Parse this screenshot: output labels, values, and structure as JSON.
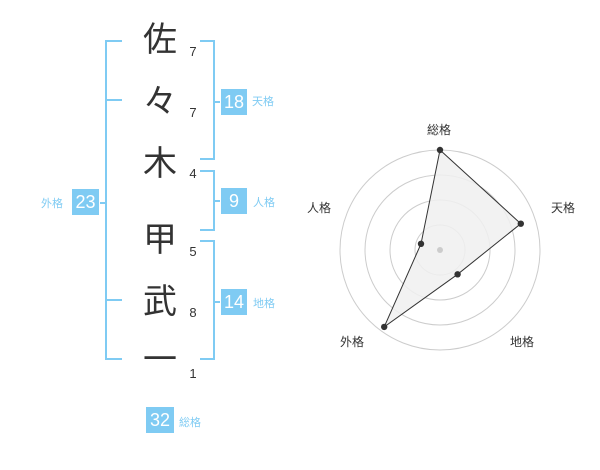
{
  "name_chars": [
    {
      "char": "佐",
      "strokes": "7"
    },
    {
      "char": "々",
      "strokes": "7"
    },
    {
      "char": "木",
      "strokes": "4"
    },
    {
      "char": "甲",
      "strokes": "5"
    },
    {
      "char": "武",
      "strokes": "8"
    },
    {
      "char": "一",
      "strokes": "1"
    }
  ],
  "kakusu": {
    "tenkaku": {
      "value": "18",
      "label": "天格"
    },
    "jinkaku": {
      "value": "9",
      "label": "人格"
    },
    "chikaku": {
      "value": "14",
      "label": "地格"
    },
    "gaikaku": {
      "value": "23",
      "label": "外格"
    },
    "soukaku": {
      "value": "32",
      "label": "総格"
    }
  },
  "chart_data": {
    "type": "radar",
    "axes": [
      "総格",
      "天格",
      "地格",
      "外格",
      "人格"
    ],
    "values": [
      1.0,
      0.85,
      0.3,
      0.95,
      0.2
    ],
    "rings": 4,
    "fill": "#f0f0f0",
    "line_color": "#333333",
    "ring_color": "#cccccc",
    "center_color": "#cccccc"
  },
  "colors": {
    "accent": "#7fcbf3",
    "text": "#333333"
  }
}
